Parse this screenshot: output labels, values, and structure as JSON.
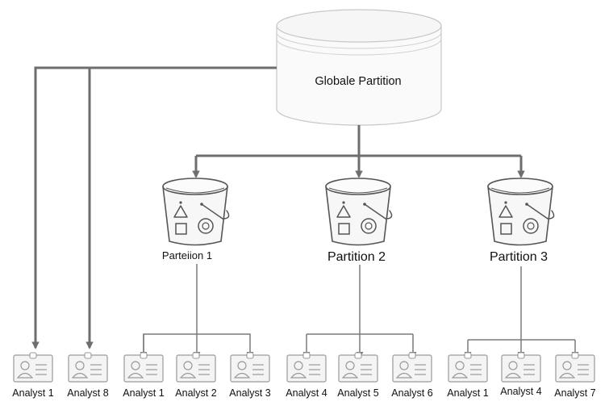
{
  "global": {
    "label": "Globale Partition"
  },
  "partitions": [
    {
      "label": "Parteiion 1"
    },
    {
      "label": "Partition 2"
    },
    {
      "label": "Partition 3"
    }
  ],
  "analysts": [
    {
      "label": "Analyst 1"
    },
    {
      "label": "Analyst 8"
    },
    {
      "label": "Analyst 1"
    },
    {
      "label": "Analyst 2"
    },
    {
      "label": "Analyst 3"
    },
    {
      "label": "Analyst 4"
    },
    {
      "label": "Analyst 5"
    },
    {
      "label": "Analyst 6"
    },
    {
      "label": "Analyst 1"
    },
    {
      "label": "Analyst 4"
    },
    {
      "label": "Analyst 7"
    }
  ],
  "colors": {
    "thick_arrow": "#6e6e6e",
    "thin_arrow": "#7a7a7a",
    "icon_stroke": "#9a9a9a",
    "icon_fill": "#f4f4f4",
    "bucket_stroke": "#555555",
    "bucket_fill": "#f7f7f7"
  }
}
